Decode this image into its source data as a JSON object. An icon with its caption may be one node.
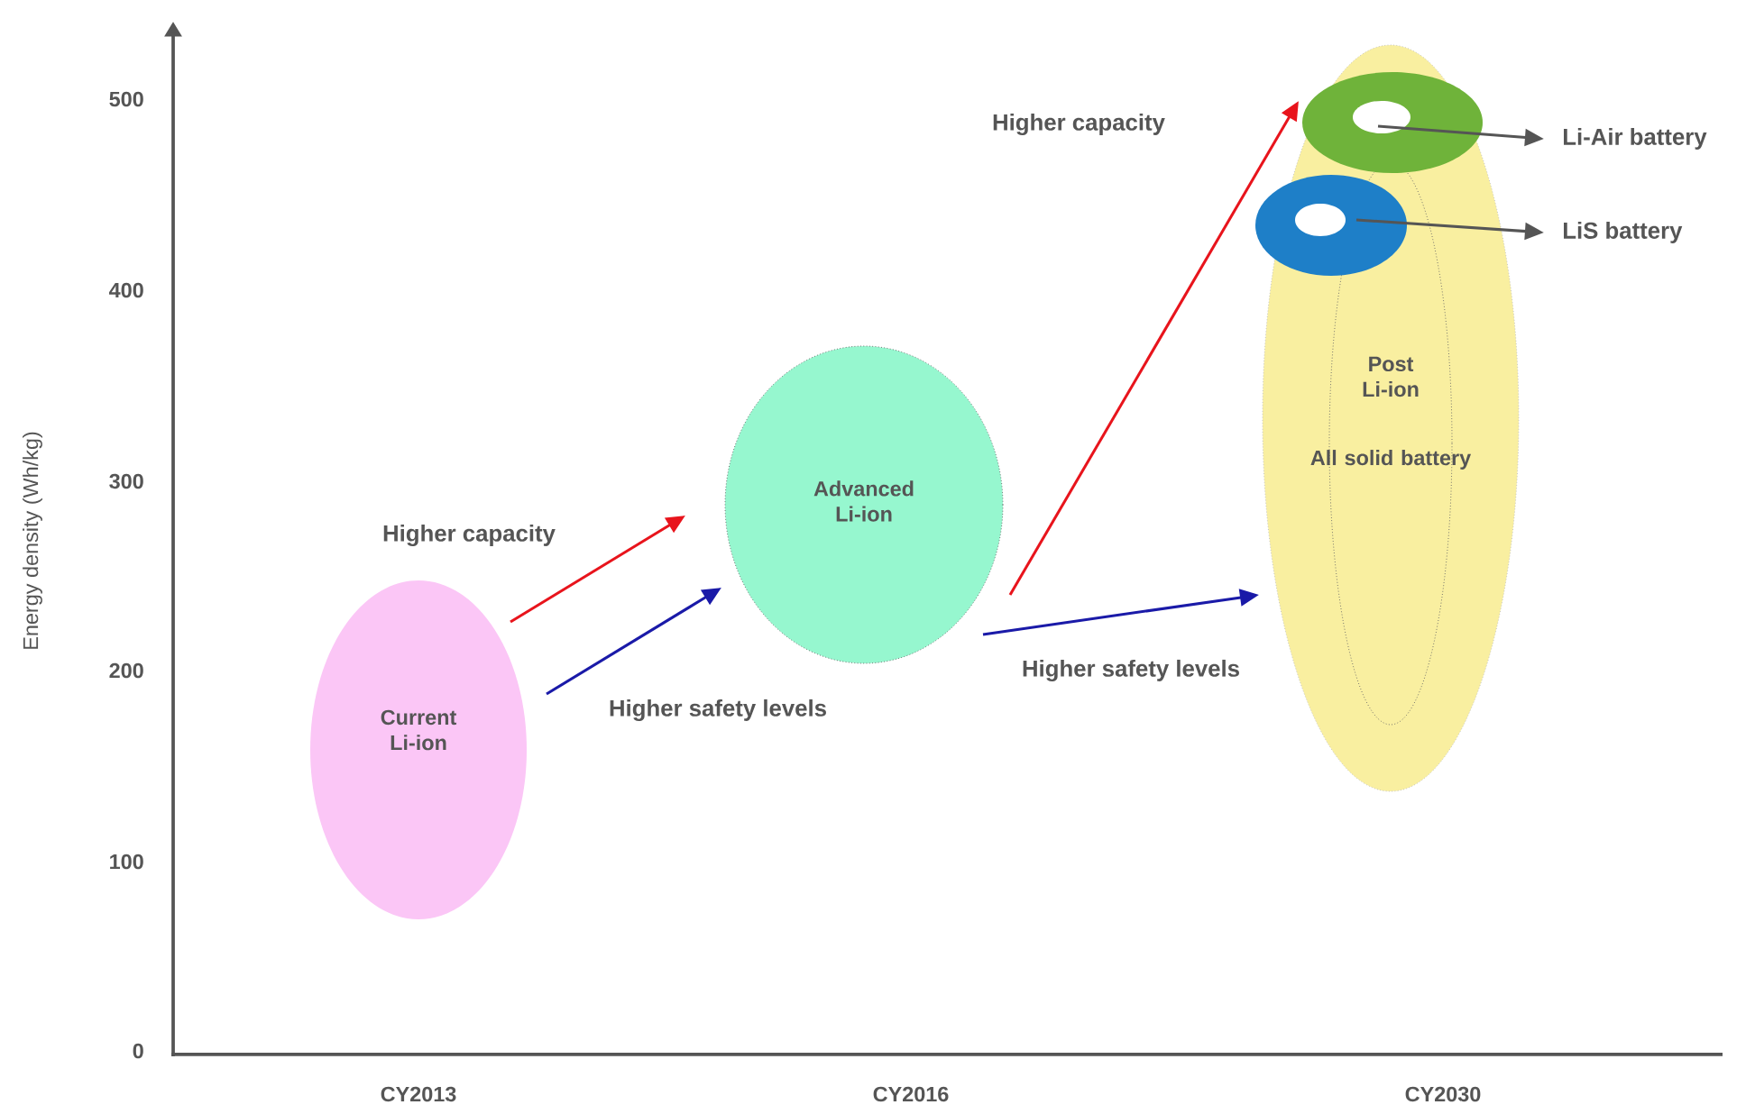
{
  "diagram": {
    "nodes": [
      {
        "text": [
          "Current Li-ion"
        ]
      },
      {
        "text": [
          "Advanced Li-ion"
        ]
      },
      {
        "text": [
          "Post Li-ion",
          "All solid battery"
        ]
      },
      {
        "text": [],
        "shape": "circle",
        "in": 2
      },
      {
        "text": [],
        "shape": "circle",
        "in": 2
      },
      {
        "text": [
          "Li-Air battery"
        ]
      },
      {
        "text": [
          "LiS battery"
        ]
      }
    ],
    "edges": [
      {
        "from": 0,
        "to": 1,
        "arrow": "to",
        "label": "Higher capacity",
        "color": "#e8141c"
      },
      {
        "from": 0,
        "to": 1,
        "arrow": "to",
        "label": "Higher safety levels",
        "color": "#1a1aa8"
      },
      {
        "from": 1,
        "to": 3,
        "arrow": "to",
        "label": "Higher capacity",
        "color": "#e8141c"
      },
      {
        "from": 1,
        "to": 2,
        "arrow": "to",
        "label": "Higher safety levels",
        "color": "#1a1aa8"
      },
      {
        "from": 3,
        "to": 5,
        "arrow": "to",
        "color": "#555555"
      },
      {
        "from": 4,
        "to": 6,
        "arrow": "to",
        "color": "#555555"
      }
    ],
    "labels": [
      "500",
      "400",
      "300",
      "200",
      "100",
      "0",
      "Energy density (Wh/kg)",
      "CY2013",
      "CY2016",
      "CY2030"
    ]
  }
}
